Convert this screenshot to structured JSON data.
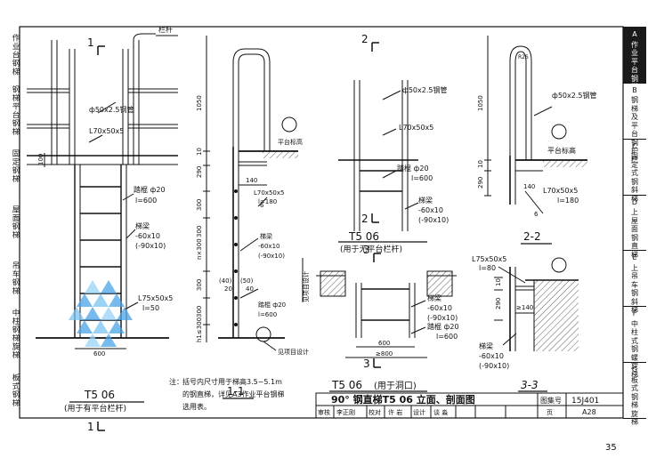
{
  "left_tabs": [
    "作业台钢梯",
    "钢梯平台钢梯",
    "固定钢梯",
    "屋面钢梯",
    "吊车钢梯",
    "中柱钢梯旋梯",
    "板式钢梯"
  ],
  "right_tabs": [
    {
      "letter": "A",
      "label": "作业平台钢梯",
      "active": true
    },
    {
      "letter": "B",
      "label": "钢梯及平台钢护栏",
      "active": false
    },
    {
      "letter": "C",
      "label": "固定式钢斜梯",
      "active": false
    },
    {
      "letter": "D",
      "label": "上屋面钢直梯",
      "active": false
    },
    {
      "letter": "E",
      "label": "上吊车钢斜梯",
      "active": false
    },
    {
      "letter": "F",
      "label": "中柱式钢螺旋梯",
      "active": false
    },
    {
      "letter": "G",
      "label": "板式钢梯旋梯",
      "active": false
    }
  ],
  "views": {
    "v_left": {
      "section_mark_top": "1",
      "section_mark_bottom": "1",
      "rail_label": "栏杆",
      "pipe_label": "ф50x2.5钢管",
      "angle_label": "L70x50x5",
      "dim_100": "100",
      "rung_label": "踏棍 ф20",
      "rung_len": "l=600",
      "beam_label": "梯梁",
      "beam_size1": "-60x10",
      "beam_size2": "(-90x10)",
      "foot_angle": "L75x50x5",
      "foot_len": "l=50",
      "width_dim": "600",
      "title": "T5 06",
      "subtitle": "(用于有平台栏杆)"
    },
    "v_11": {
      "dims": [
        "1050",
        "10",
        "290",
        "300",
        "300",
        "n×300",
        "300",
        "300",
        "h1≤300"
      ],
      "dim_140": "140",
      "angle_label": "L70x50x5",
      "angle_len": "l=180",
      "dim_6": "6",
      "beam_label": "梯梁",
      "beam_size1": "-60x10",
      "beam_size2": "(-90x10)",
      "pair1": "(40)",
      "pair2": "(50)",
      "pair3": "20",
      "pair4": "40",
      "rung_label": "踏棍 ф20",
      "rung_len": "l=600",
      "platform_label": "平台标高",
      "ground_label": "见项目设计",
      "title": "1-1"
    },
    "v_22a": {
      "mark_top": "2",
      "mark_bottom": "2",
      "pipe_label": "ф50x2.5钢管",
      "angle_label": "L70x50x5",
      "rung_label": "踏棍 ф20",
      "rung_len": "l=600",
      "beam_label": "梯梁",
      "beam_size1": "-60x10",
      "beam_size2": "(-90x10)",
      "title": "T5 06",
      "subtitle": "(用于无平台栏杆)"
    },
    "v_22b": {
      "r_label": "R25",
      "pipe_label": "ф50x2.5钢管",
      "dim_1050": "1050",
      "dim_10": "10",
      "dim_290": "290",
      "platform_label": "平台标高",
      "dim_140": "140",
      "angle_label": "L70x50x5",
      "angle_len": "l=180",
      "dim_6": "6",
      "title": "2-2"
    },
    "v_33a": {
      "mark_top": "3",
      "mark_bottom": "3",
      "side_label": "见项目设计",
      "beam_label": "梯梁",
      "beam_size1": "-60x10",
      "beam_size2": "(-90x10)",
      "rung_label": "踏棍 ф20",
      "rung_len": "l=600",
      "dim_600": "600",
      "dim_800": "≥800",
      "title": "T5 06",
      "subtitle": "(用于洞口)"
    },
    "v_33b": {
      "angle_label": "L75x50x5",
      "angle_len": "l=80",
      "dim_10": "10",
      "dim_290": "290",
      "dim_140": "≥140",
      "beam_label": "梯梁",
      "beam_size1": "-60x10",
      "beam_size2": "(-90x10)",
      "title": "3-3"
    }
  },
  "note": {
    "prefix": "注：",
    "line1": "括号内尺寸用于梯高3.5~5.1m",
    "line2": "的钢直梯，详见A3作业平台钢梯",
    "line3": "选用表。"
  },
  "title_block": {
    "title": "90° 钢直梯T5 06 立面、剖面图",
    "atlas_label": "图集号",
    "atlas_no": "15J401",
    "row2": [
      "审核",
      "李正刚",
      "校对",
      "许 岩",
      "设计",
      "谈 淼",
      "页"
    ],
    "page": "A28"
  },
  "page_number": "35"
}
